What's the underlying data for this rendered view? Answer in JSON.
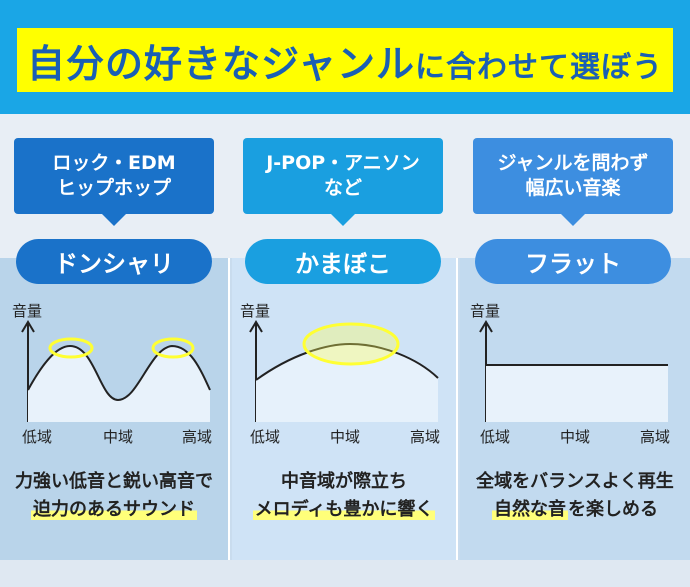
{
  "title": {
    "main": "自分の好きなジャンル",
    "sub": "に合わせて選ぼう"
  },
  "columns": [
    {
      "genre_line1": "ロック・EDM",
      "genre_line2": "ヒップホップ",
      "type": "ドンシャリ",
      "ylabel": "音量",
      "x_labels": [
        "低域",
        "中域",
        "高域"
      ],
      "desc_line1": "力強い低音と鋭い高音で",
      "desc_line2": "迫力のあるサウンド",
      "color": "#1a72c9"
    },
    {
      "genre_line1": "J-POP・アニソン",
      "genre_line2": "など",
      "type": "かまぼこ",
      "ylabel": "音量",
      "x_labels": [
        "低域",
        "中域",
        "高域"
      ],
      "desc_line1": "中音域が際立ち",
      "desc_line2": "メロディも豊かに響く",
      "color": "#1a9fe0"
    },
    {
      "genre_line1": "ジャンルを問わず",
      "genre_line2": "幅広い音楽",
      "type": "フラット",
      "ylabel": "音量",
      "x_labels": [
        "低域",
        "中域",
        "高域"
      ],
      "desc_line1_a": "全域をバランスよく再生",
      "desc_line2_hl": "自然な音",
      "desc_line2_rest": "を楽しめる",
      "color": "#3d8ee0"
    }
  ],
  "colors": {
    "header": "#1aa6e6",
    "title_bg": "#ffff00",
    "title_text": "#1a5fb4",
    "highlight_circle": "#ffff33"
  }
}
